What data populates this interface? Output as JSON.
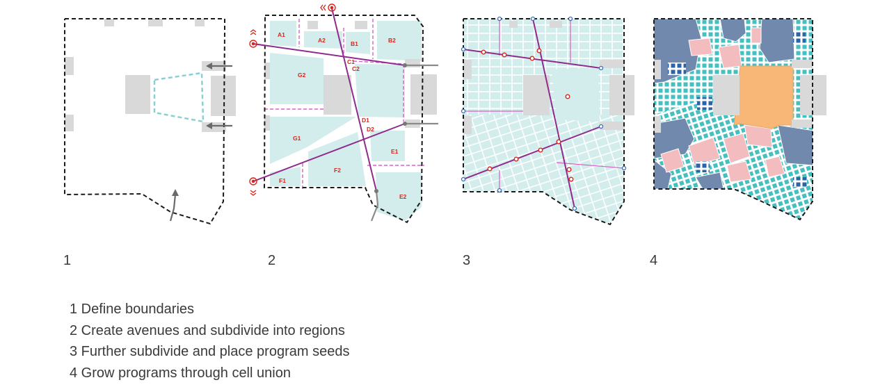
{
  "steps": [
    {
      "number": "1",
      "caption": "1 Define boundaries"
    },
    {
      "number": "2",
      "caption": "2 Create avenues and subdivide into regions"
    },
    {
      "number": "3",
      "caption": "3 Further subdivide and place program seeds"
    },
    {
      "number": "4",
      "caption": "4 Grow programs through cell union"
    }
  ],
  "regions": [
    "A1",
    "A2",
    "B1",
    "B2",
    "C1",
    "C2",
    "D1",
    "D2",
    "E1",
    "E2",
    "F1",
    "F2",
    "G1",
    "G2"
  ],
  "colors": {
    "boundary": "#1a1a1a",
    "building": "#d9d9d9",
    "region_fill": "#d3ecec",
    "avenue": "#8e2b8c",
    "subdivider": "#d561c9",
    "seed": "#d9261c",
    "node": "#3d6fb4",
    "residential_blue": "#7189ad",
    "commercial_pink": "#f3bdbf",
    "cell_teal": "#45bfc0",
    "cell_blue": "#2e63a8",
    "center_orange": "#f9b777"
  }
}
